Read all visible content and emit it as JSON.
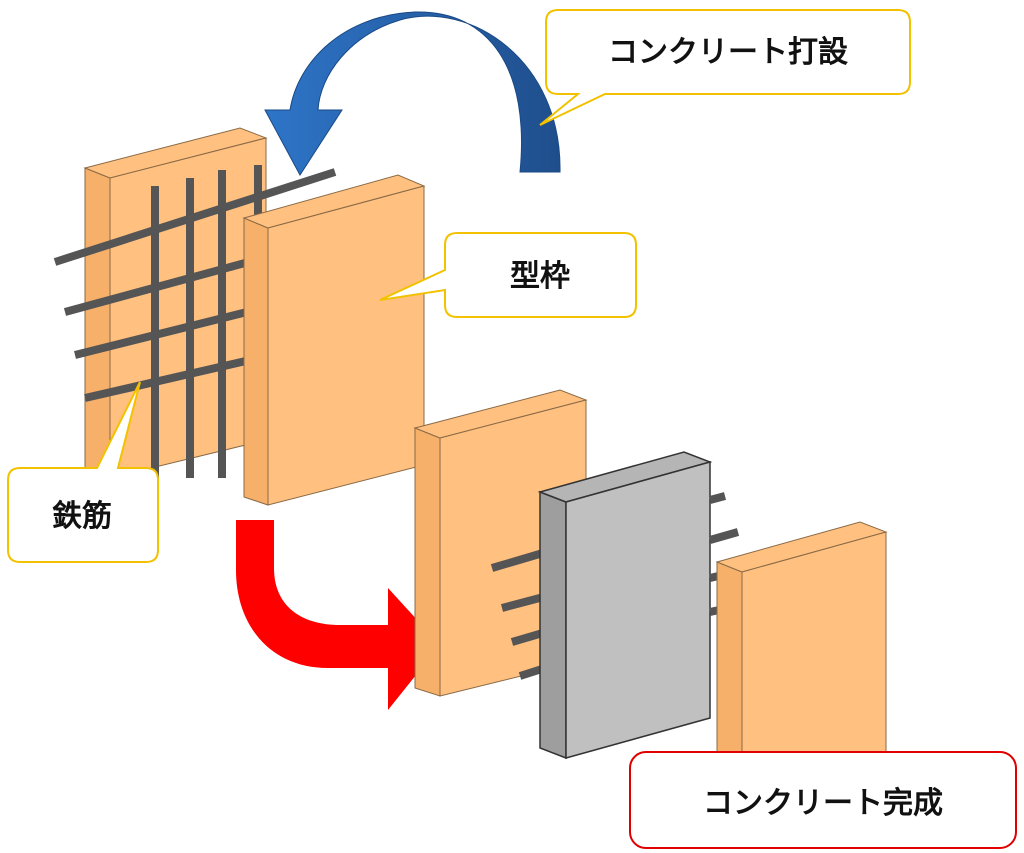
{
  "labels": {
    "concrete_pour": "コンクリート打設",
    "formwork": "型枠",
    "rebar": "鉄筋",
    "concrete_complete": "コンクリート完成"
  },
  "colors": {
    "formwork_face": "#FFC080",
    "formwork_side": "#F7B06A",
    "rebar": "#555555",
    "concrete_face": "#C0C0C0",
    "concrete_side": "#9E9E9E",
    "pour_arrow_dark": "#1F4E8C",
    "pour_arrow_light": "#2E75C8",
    "complete_arrow": "#FF0000",
    "callout_yellow_border": "#F2C200",
    "callout_red_border": "#E00000"
  },
  "icons": {
    "pour_arrow": "curved-arrow-icon",
    "complete_arrow": "bent-arrow-icon"
  }
}
